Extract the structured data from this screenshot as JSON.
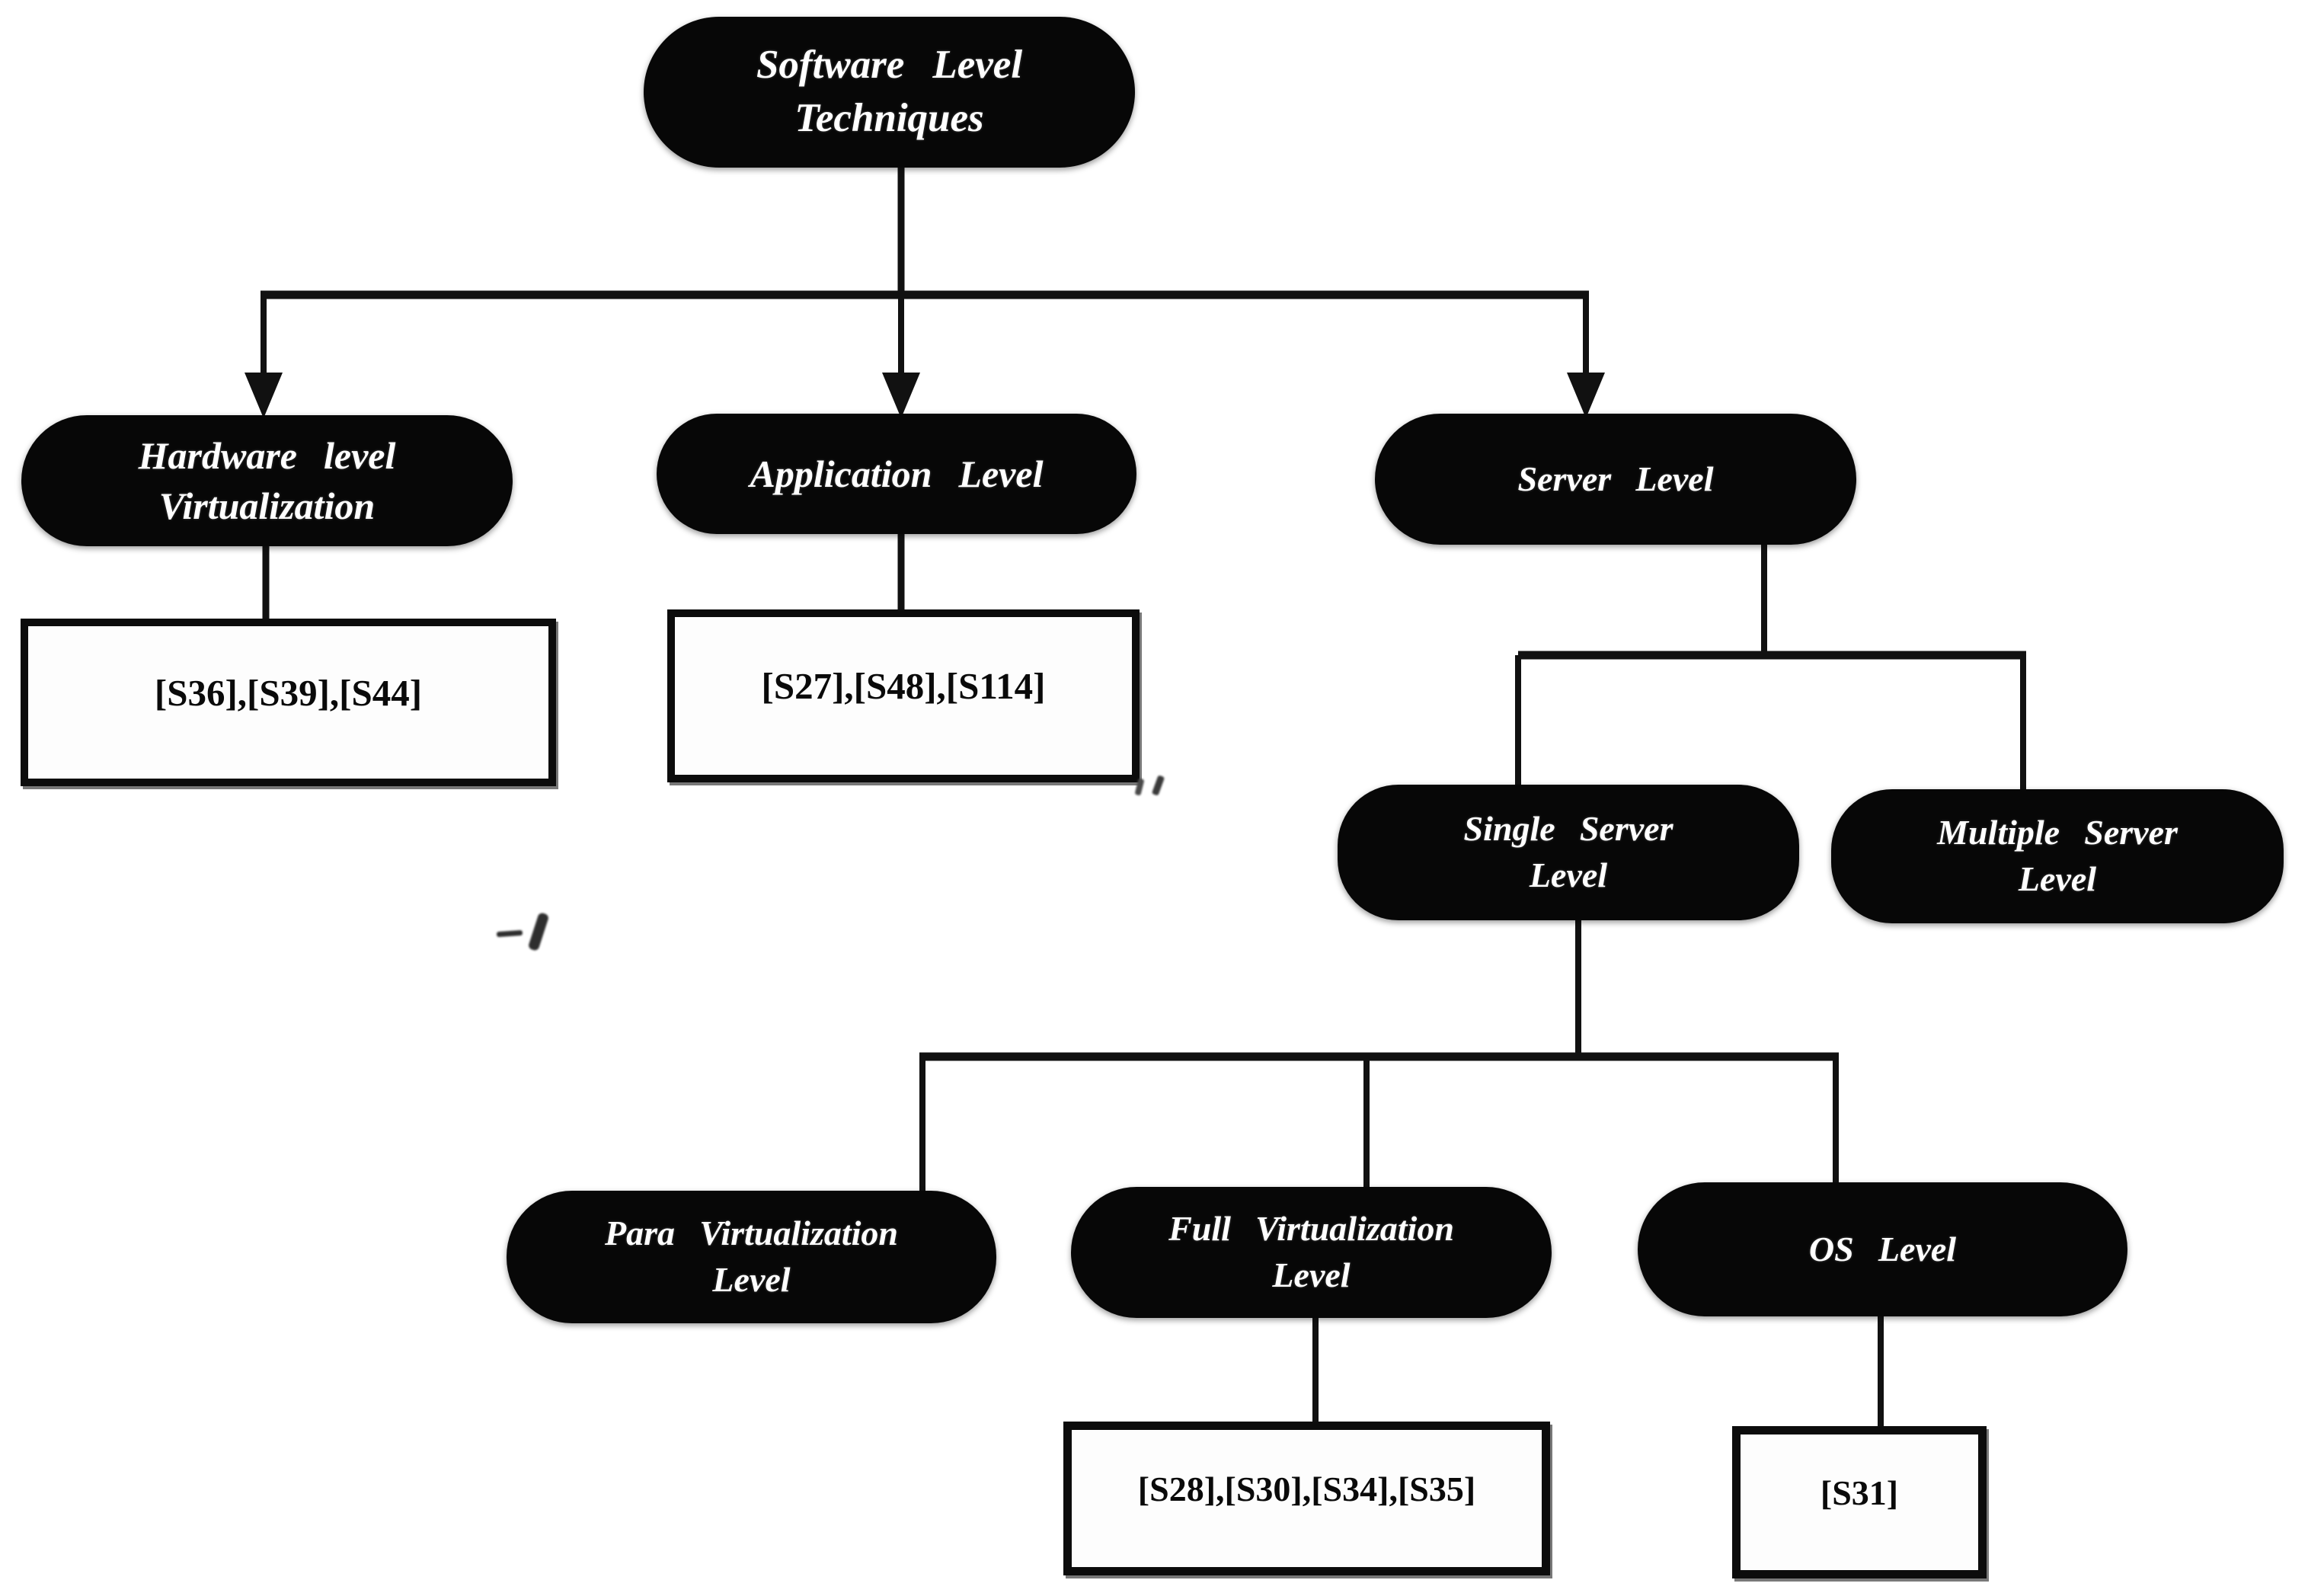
{
  "figure": {
    "type": "tree-diagram",
    "title": "Software Level Techniques taxonomy"
  },
  "colors": {
    "node_fill": "#070707",
    "node_text": "#ffffff",
    "line": "#111111",
    "citation_border": "#0c0c0c",
    "citation_text": "#0a0a0a",
    "background": "#ffffff"
  },
  "nodes": {
    "software": {
      "l1": "Software Level",
      "l2": "Techniques"
    },
    "hardware": {
      "l1": "Hardware level",
      "l2": "Virtualization"
    },
    "application": {
      "l1": "Application Level",
      "l2": ""
    },
    "server": {
      "l1": "Server Level",
      "l2": ""
    },
    "single": {
      "l1": "Single Server",
      "l2": "Level"
    },
    "multiple": {
      "l1": "Multiple Server",
      "l2": "Level"
    },
    "para": {
      "l1": "Para Virtualization",
      "l2": "Level"
    },
    "full": {
      "l1": "Full Virtualization",
      "l2": "Level"
    },
    "os": {
      "l1": "OS Level",
      "l2": ""
    }
  },
  "citations": {
    "hardware": "[S36],[S39],[S44]",
    "application": "[S27],[S48],[S114]",
    "full": "[S28],[S30],[S34],[S35]",
    "os": "[S31]"
  },
  "edges": [
    {
      "from": "software",
      "to": "hardware",
      "arrow": true
    },
    {
      "from": "software",
      "to": "application",
      "arrow": true
    },
    {
      "from": "software",
      "to": "server",
      "arrow": true
    },
    {
      "from": "hardware",
      "to": "citation-hardware",
      "arrow": false
    },
    {
      "from": "application",
      "to": "citation-application",
      "arrow": false
    },
    {
      "from": "server",
      "to": "single",
      "arrow": false
    },
    {
      "from": "server",
      "to": "multiple",
      "arrow": false
    },
    {
      "from": "single",
      "to": "para",
      "arrow": false
    },
    {
      "from": "single",
      "to": "full",
      "arrow": false
    },
    {
      "from": "single",
      "to": "os",
      "arrow": false
    },
    {
      "from": "full",
      "to": "citation-full",
      "arrow": false
    },
    {
      "from": "os",
      "to": "citation-os",
      "arrow": false
    }
  ]
}
